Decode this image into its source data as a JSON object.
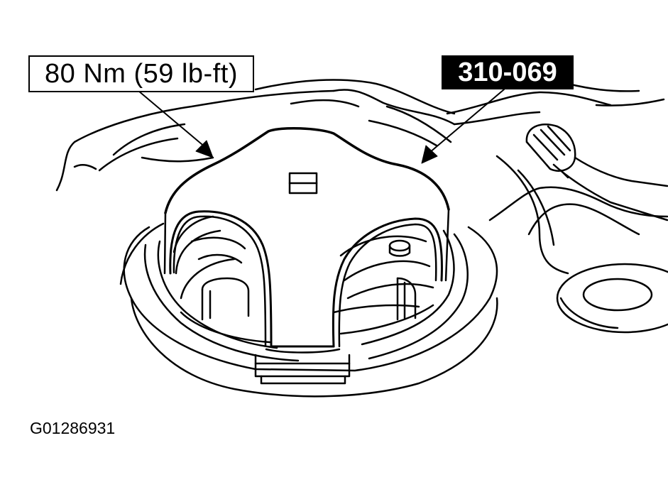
{
  "callouts": {
    "torque_spec": "80 Nm (59 lb-ft)",
    "tool_number": "310-069"
  },
  "figure_id": "G01286931",
  "colors": {
    "line": "#000000",
    "background": "#ffffff",
    "tool_label_fill": "#000000",
    "tool_label_text": "#ffffff"
  }
}
